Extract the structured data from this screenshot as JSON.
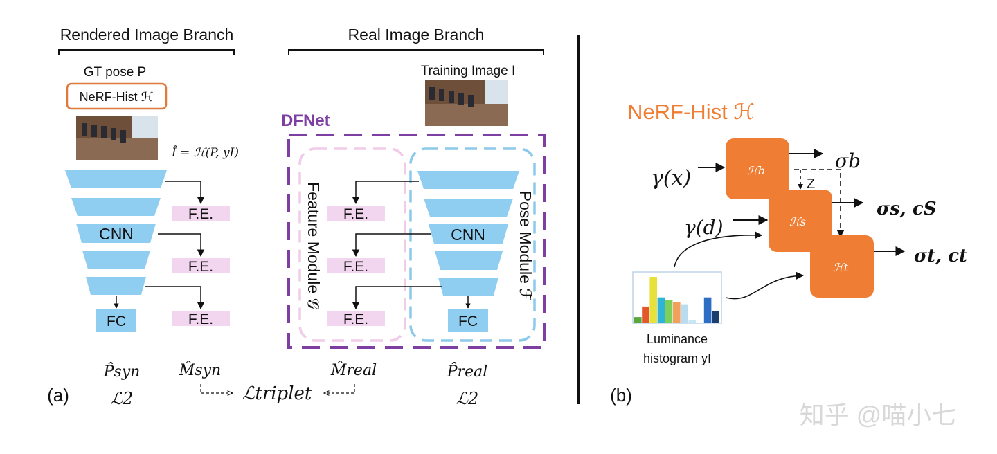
{
  "left_panel": {
    "rendered_branch": "Rendered Image Branch",
    "real_branch": "Real Image Branch",
    "gt_pose": "GT pose P",
    "nerf_hist_box": "NeRF-Hist ℋ",
    "rendered_eq": "Î = ℋ(P, yI)",
    "training_image": "Training Image I",
    "dfnet": "DFNet",
    "feature_module": "Feature Module 𝒢",
    "pose_module": "Pose Module ℱ",
    "cnn": "CNN",
    "fc": "FC",
    "fe": "F.E.",
    "p_syn": "P̂syn",
    "m_syn": "M̂syn",
    "m_real": "M̂real",
    "p_real": "P̂real",
    "l2": "ℒ2",
    "l_triplet": "ℒtriplet",
    "panel_label": "(a)"
  },
  "right_panel": {
    "title": "NeRF-Hist ℋ",
    "gamma_x": "γ(x)",
    "gamma_d": "γ(d)",
    "h_b": "ℋb",
    "h_s": "ℋs",
    "h_t": "ℋt",
    "sigma_b": "σb",
    "sigma_s": "σs, cS",
    "sigma_t": "σt, ct",
    "z": "Z",
    "hist_label_1": "Luminance",
    "hist_label_2": "histogram yI",
    "panel_label": "(b)"
  },
  "watermark": "知乎 @喵小七",
  "colors": {
    "trapezoid": "#8fcdf1",
    "fe_box": "#f2d5ef",
    "dfnet": "#7e3fa3",
    "feature_module_border": "#f0cce8",
    "pose_module_border": "#8cc9ea",
    "nerf_orange": "#ef7d34"
  },
  "histogram": {
    "values": [
      0.12,
      0.35,
      1.0,
      0.55,
      0.5,
      0.45,
      0.4,
      0.05,
      0.12,
      0.55,
      0.25
    ],
    "colors": [
      "#5aa83c",
      "#e3572b",
      "#e9e13b",
      "#2fb3d9",
      "#7ccf5a",
      "#f2a05b",
      "#b9dcee",
      "#c8e7f5",
      "#ffffff",
      "#2b6ec4",
      "#1d3f6e"
    ]
  }
}
